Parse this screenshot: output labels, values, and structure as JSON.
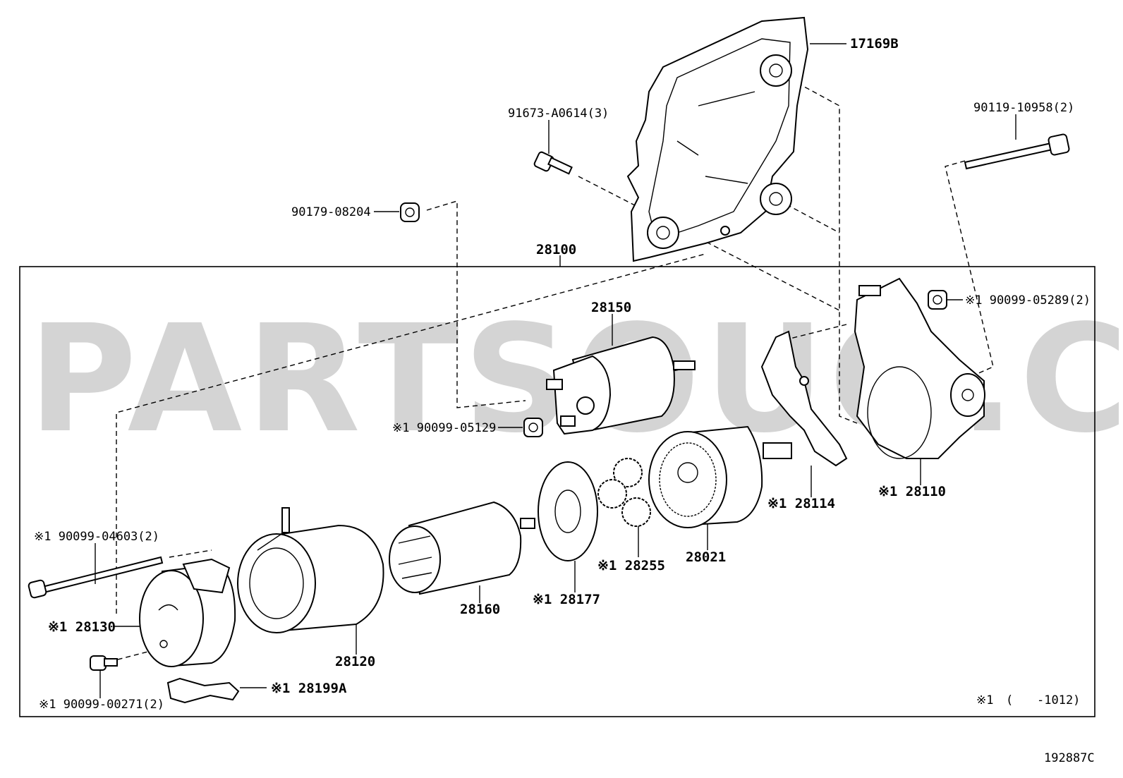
{
  "watermark": "PARTSOUQ.COM",
  "diagram_id": "192887C",
  "footnote": {
    "mark": "※1",
    "range_open": "(",
    "range_value": "-1012)"
  },
  "assembly": {
    "number": "28100"
  },
  "parts": {
    "p17169B": "17169B",
    "p91673": "91673-A0614(3)",
    "p90119": "90119-10958(2)",
    "p90179": "90179-08204",
    "p28150": "28150",
    "p90099_05289": "※1 90099-05289(2)",
    "p90099_05129": "※1 90099-05129",
    "p28110": "※1 28110",
    "p28114": "※1 28114",
    "p28021": "28021",
    "p28255": "※1 28255",
    "p28177": "※1 28177",
    "p28160": "28160",
    "p28120": "28120",
    "p90099_04603": "※1 90099-04603(2)",
    "p28130": "※1 28130",
    "p90099_00271": "※1 90099-00271(2)",
    "p28199A": "※1 28199A"
  }
}
